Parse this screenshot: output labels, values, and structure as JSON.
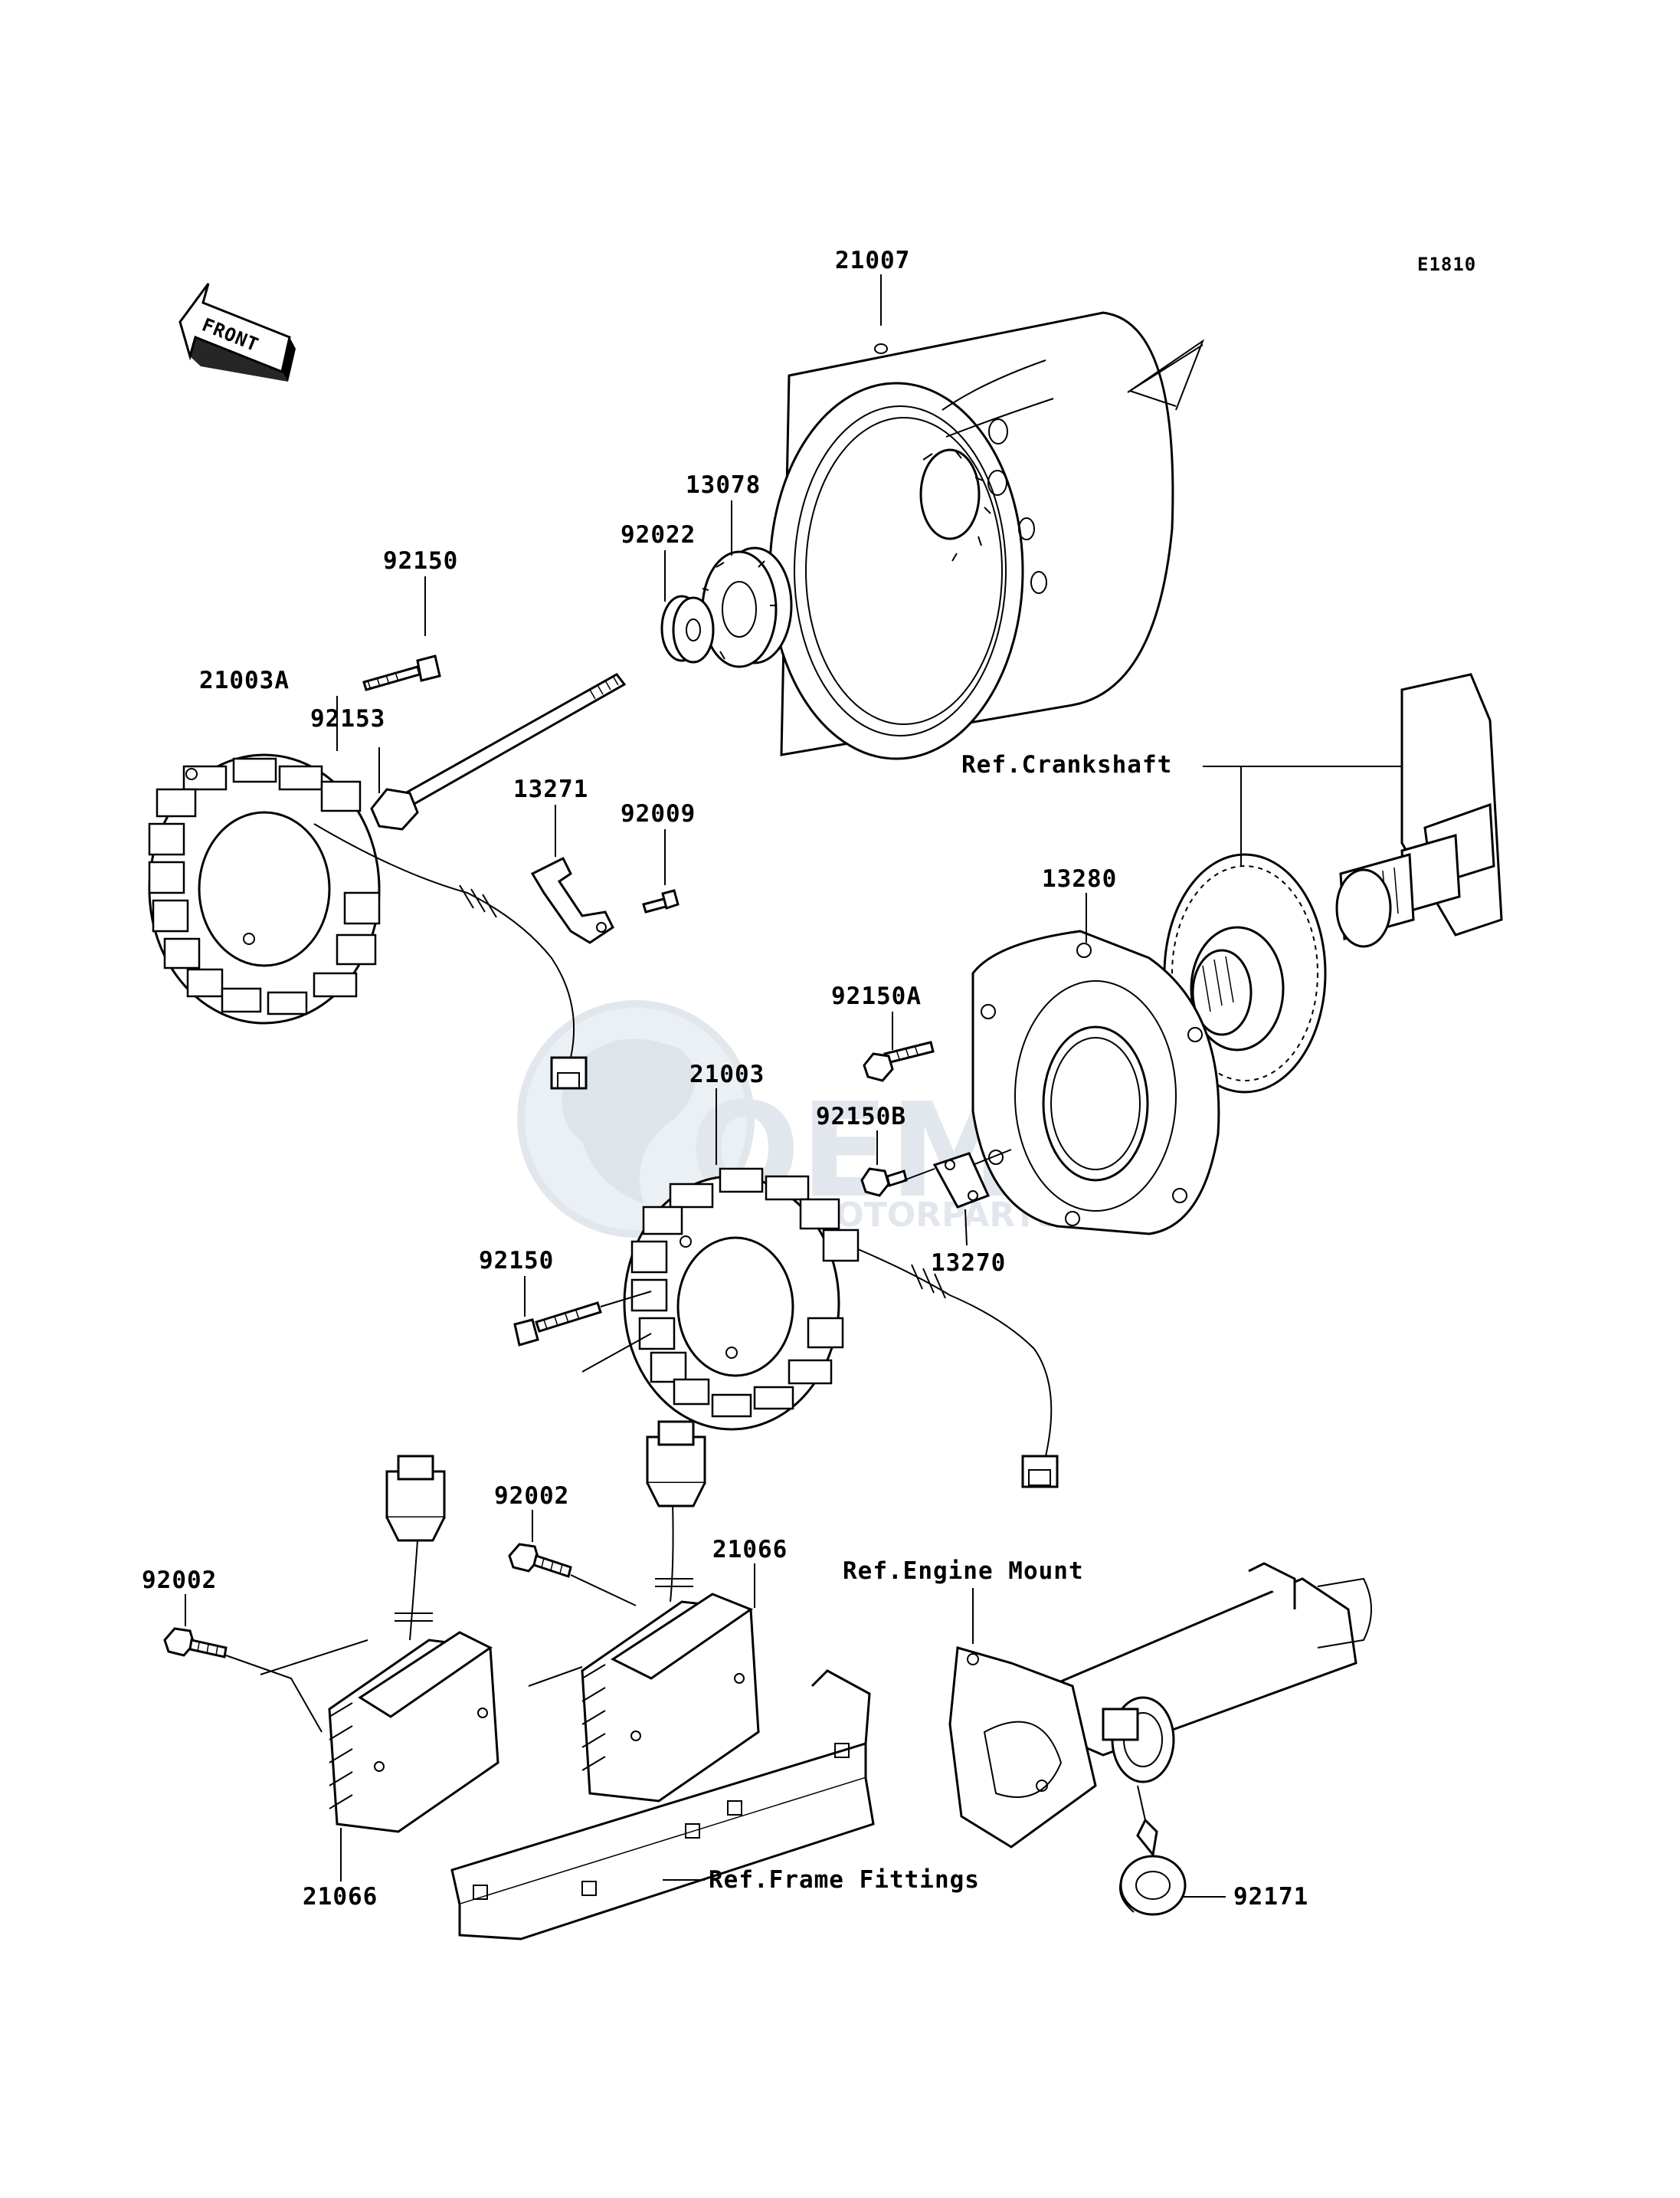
{
  "diagram_code": "E1810",
  "front_arrow_label": "FRONT",
  "watermark": "OEM MOTORPARTS",
  "callouts": {
    "flywheel": "21007",
    "gear_13078": "13078",
    "washer_92022": "92022",
    "bolt_92150_top": "92150",
    "stator_21003A": "21003A",
    "bolt_92153": "92153",
    "bracket_13271": "13271",
    "bolt_92009": "92009",
    "ref_crankshaft": "Ref.Crankshaft",
    "cover_13280": "13280",
    "bolt_92150A": "92150A",
    "stator_21003": "21003",
    "bolt_92150B": "92150B",
    "plate_13270": "13270",
    "bolt_92150_mid": "92150",
    "bolt_92002_right": "92002",
    "regulator_21066_right": "21066",
    "ref_engine_mount": "Ref.Engine Mount",
    "bolt_92002_left": "92002",
    "regulator_21066_left": "21066",
    "ref_frame_fittings": "Ref.Frame Fittings",
    "clamp_92171": "92171"
  }
}
